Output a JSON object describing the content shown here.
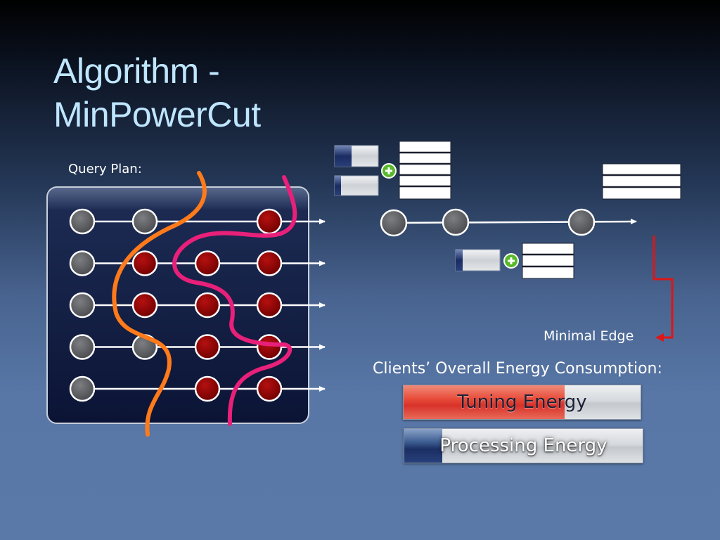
{
  "slide": {
    "title_line1": "Algorithm -",
    "title_line2": "MinPowerCut",
    "query_plan_label": "Query Plan:",
    "minimal_edge_label": "Minimal Edge",
    "energy_caption": "Clients’ Overall Energy Consumption:"
  },
  "energy_bars": [
    {
      "label": "Tuning Energy",
      "fill_fraction": 0.68,
      "color": "#e0392c"
    },
    {
      "label": "Processing Energy",
      "fill_fraction": 0.16,
      "color": "#1b2f63"
    }
  ],
  "query_plan": {
    "rows": [
      [
        "gray",
        "gray",
        "empty",
        "red"
      ],
      [
        "gray",
        "red",
        "red",
        "red"
      ],
      [
        "gray",
        "red",
        "red",
        "red"
      ],
      [
        "gray",
        "gray",
        "red",
        "red"
      ],
      [
        "gray",
        "empty",
        "red",
        "red"
      ]
    ],
    "cut_colors": {
      "orange": "#ff7a1a",
      "pink": "#e8207a"
    }
  },
  "colors": {
    "node_gray": "#5a5c60",
    "node_red": "#8f0000",
    "title": "#bfe6ff",
    "minimal_edge_arrow": "#e01515"
  }
}
